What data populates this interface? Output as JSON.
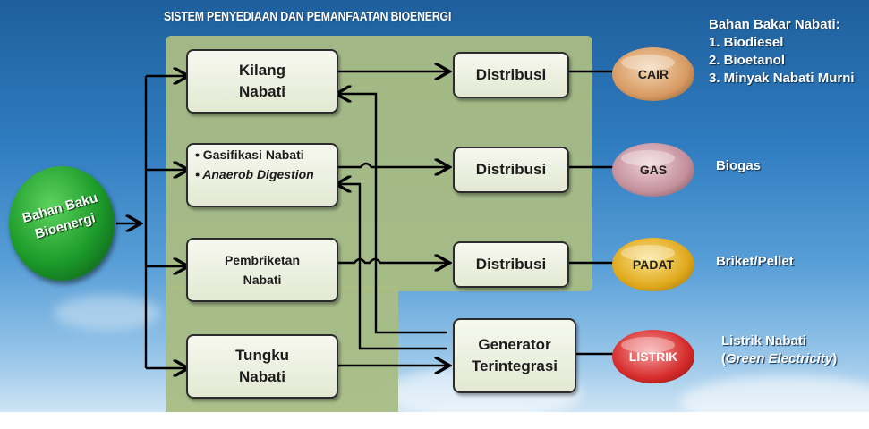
{
  "title": "SISTEM PENYEDIAAN DAN PEMANFAATAN BIOENERGI",
  "source": {
    "line1": "Bahan Baku",
    "line2": "Bioenergi"
  },
  "processes": {
    "kilang": {
      "line1": "Kilang",
      "line2": "Nabati"
    },
    "gasifikasi": {
      "item1": "• Gasifikasi Nabati",
      "item2": "• Anaerob Digestion"
    },
    "pembriketan": {
      "line1": "Pembriketan",
      "line2": "Nabati"
    },
    "tungku": {
      "line1": "Tungku",
      "line2": "Nabati"
    }
  },
  "distribution": {
    "d1": "Distribusi",
    "d2": "Distribusi",
    "d3": "Distribusi"
  },
  "generator": {
    "line1": "Generator",
    "line2": "Terintegrasi"
  },
  "outputs": {
    "cair": "CAIR",
    "gas": "GAS",
    "padat": "PADAT",
    "listrik": "LISTRIK"
  },
  "products": {
    "cair_title": "Bahan Bakar Nabati:",
    "cair_items": [
      "1.  Biodiesel",
      "2.  Bioetanol",
      "3.  Minyak Nabati Murni"
    ],
    "gas": "Biogas",
    "padat": "Briket/Pellet",
    "listrik_line1": "Listrik Nabati",
    "listrik_line2_open": "(",
    "listrik_line2_italic": "Green Electricity",
    "listrik_line2_close": ")"
  },
  "colors": {
    "panel": "#a9bd84",
    "cair": "#d79a62",
    "gas": "#c4909c",
    "padat": "#e0a91c",
    "listrik": "#d62b2b",
    "source": "#1c9a2a"
  }
}
